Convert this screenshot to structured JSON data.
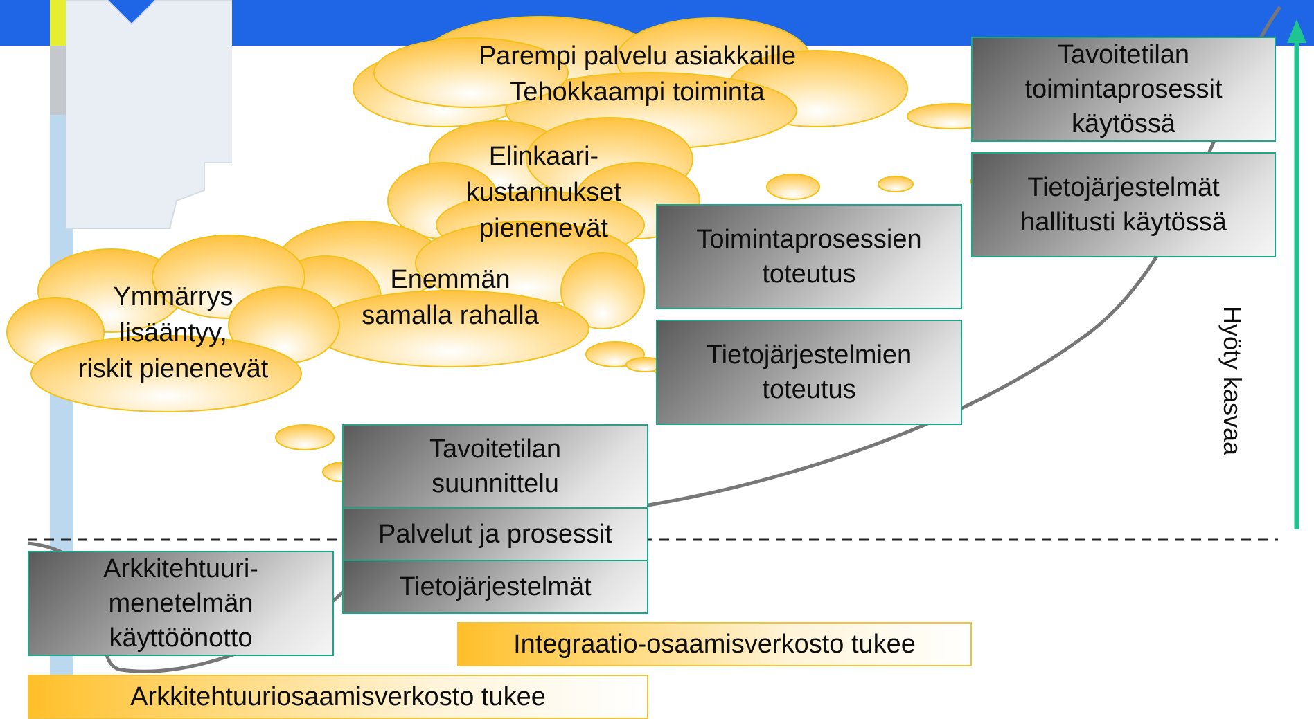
{
  "colors": {
    "top_band": "#1f66e6",
    "box_border": "#1aa889",
    "cloud_fill": "#ffc94d",
    "cloud_border": "#f2c21a",
    "curve": "#777777",
    "arrow": "#1fc491"
  },
  "clouds": [
    {
      "lines": "Parempi palvelu asiakkaille\nTehokkaampi toiminta"
    },
    {
      "lines": "Elinkaari-\nkustannukset\npienenevät"
    },
    {
      "lines": "Enemmän\nsamalla rahalla"
    },
    {
      "lines": "Ymmärrys\nlisääntyy,\nriskit pienenevät"
    }
  ],
  "boxes": {
    "adoption": "Arkkitehtuuri-\nmenetelmän\nkäyttöönotto",
    "target_planning": "Tavoitetilan\nsuunnittelu",
    "services_processes": "Palvelut ja prosessit",
    "information_systems": "Tietojärjestelmät",
    "process_implementation": "Toimintaprosessien\ntoteutus",
    "system_implementation": "Tietojärjestelmien\ntoteutus",
    "target_processes_in_use": "Tavoitetilan\ntoimintaprosessit\nkäytössä",
    "systems_managed": "Tietojärjestelmät\nhallitusti käytössä"
  },
  "bars": {
    "integration_network": "Integraatio-osaamisverkosto tukee",
    "architecture_network": "Arkkitehtuuriosaamisverkosto tukee"
  },
  "axis_label": "Hyöty kasvaa"
}
